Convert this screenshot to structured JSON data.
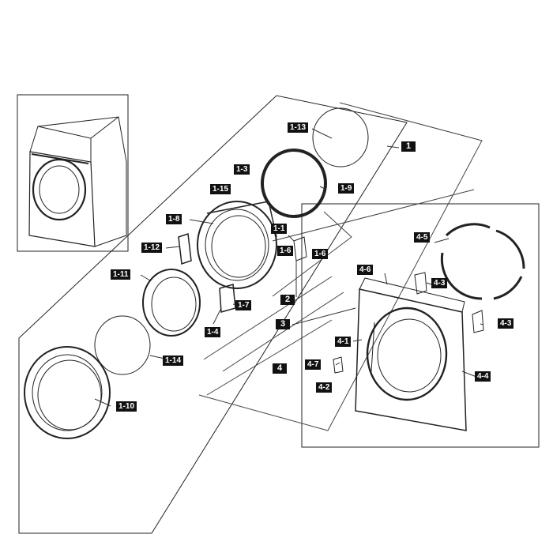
{
  "callouts": {
    "c1": "1",
    "c1_13": "1-13",
    "c1_3": "1-3",
    "c1_15": "1-15",
    "c1_9": "1-9",
    "c1_8": "1-8",
    "c1_1": "1-1",
    "c1_6a": "1-6",
    "c1_6b": "1-6",
    "c1_12": "1-12",
    "c1_11": "1-11",
    "c2": "2",
    "c1_7": "1-7",
    "c1_4": "1-4",
    "c3": "3",
    "c1_14": "1-14",
    "c1_10": "1-10",
    "c4_5": "4-5",
    "c4_6": "4-6",
    "c4_3a": "4-3",
    "c4_3b": "4-3",
    "c4_1": "4-1",
    "c4": "4",
    "c4_7": "4-7",
    "c4_2": "4-2",
    "c4_4": "4-4"
  }
}
